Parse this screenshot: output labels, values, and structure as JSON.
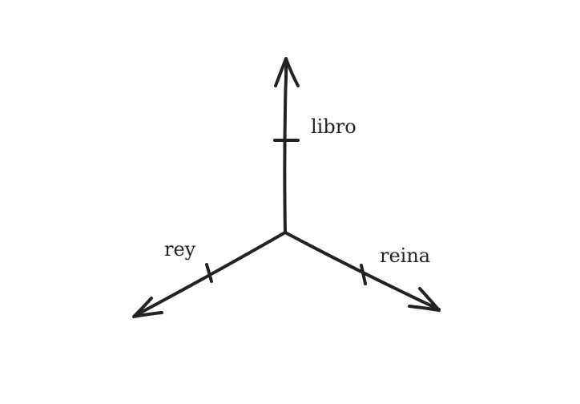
{
  "colors": {
    "ink": "#222222",
    "background": "#ffffff"
  },
  "axes": [
    {
      "id": "up",
      "label": "libro"
    },
    {
      "id": "left",
      "label": "rey"
    },
    {
      "id": "right",
      "label": "reina"
    }
  ]
}
